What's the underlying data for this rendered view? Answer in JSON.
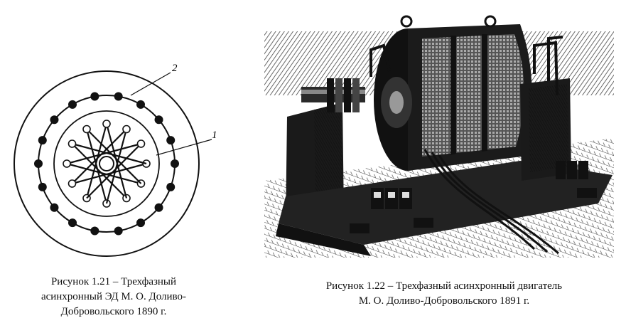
{
  "figures": [
    {
      "id": "fig-1-21",
      "callouts": [
        "2",
        "1"
      ],
      "caption_lines": [
        "Рисунок 1.21 – Трехфазный",
        "асинхронный ЭД М. О. Доливо-",
        "Добровольского 1890 г."
      ]
    },
    {
      "id": "fig-1-22",
      "caption_lines": [
        "Рисунок 1.22 – Трехфазный асинхронный двигатель",
        "М. О. Доливо-Добровольского 1891 г."
      ]
    }
  ]
}
